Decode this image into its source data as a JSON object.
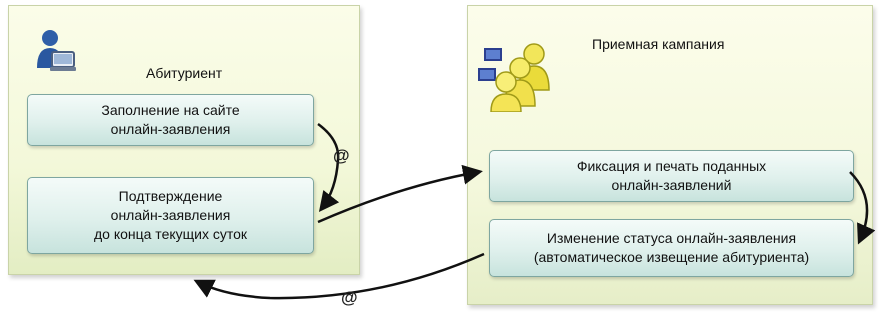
{
  "applicant": {
    "title": "Абитуриент",
    "step1": "Заполнение на сайте\nонлайн-заявления",
    "step2": "Подтверждение\nонлайн-заявления\nдо конца текущих суток"
  },
  "admission": {
    "title": "Приемная кампания",
    "step1": "Фиксация и печать поданных\nонлайн-заявлений",
    "step2": "Изменение статуса онлайн-заявления\n(автоматическое извещение абитуриента)"
  },
  "email_symbol": "@",
  "colors": {
    "lane_fill": "#f4f8dc",
    "box_fill": "#dff0ec",
    "box_border": "#7ea6a0",
    "arrow": "#111111"
  },
  "icons": {
    "applicant": "user-computer-icon",
    "admission": "users-group-icon"
  }
}
